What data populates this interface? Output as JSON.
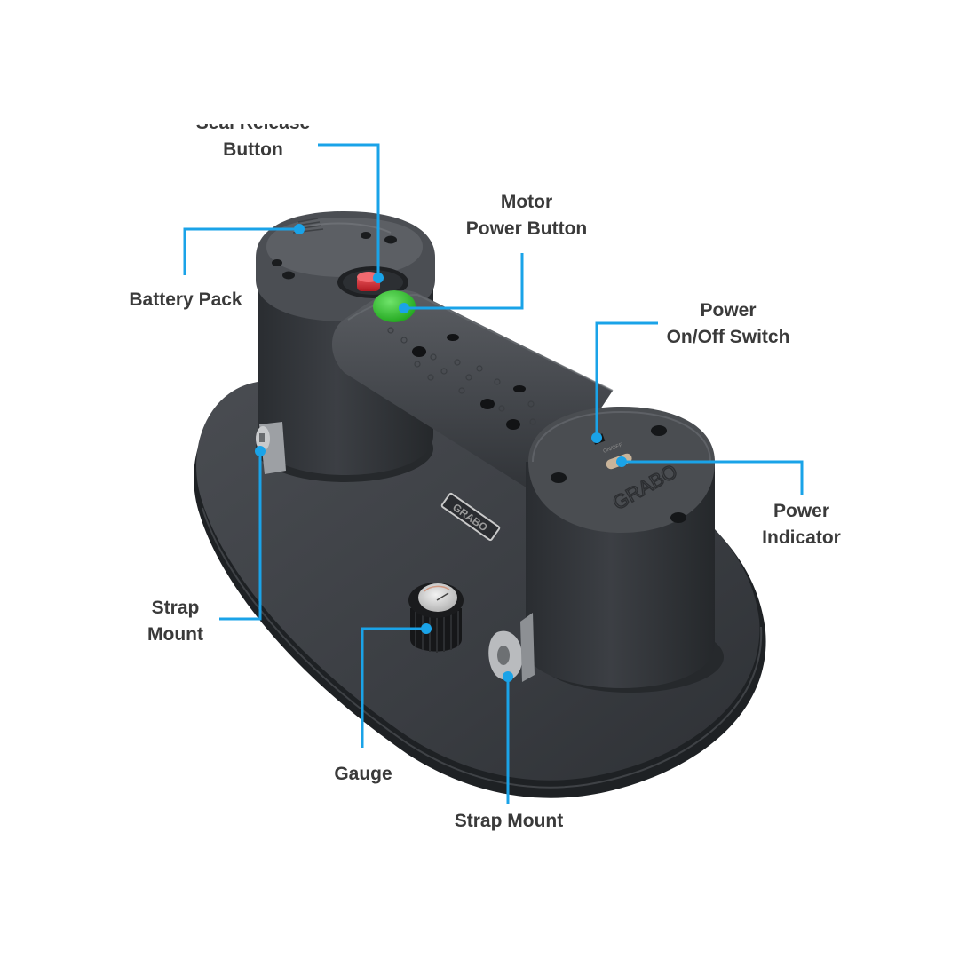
{
  "diagram": {
    "subject": "Electric vacuum suction cup lifter",
    "leader_color": "#1aa3e8",
    "label_color": "#3a3a3a",
    "brand_mark_base": "GRABO",
    "brand_mark_cap": "GRABO",
    "switch_marking": "ON/OFF"
  },
  "callouts": [
    {
      "id": "seal-release",
      "line1": "Seal Release",
      "line2": "Button"
    },
    {
      "id": "battery-pack",
      "line1": "Battery Pack",
      "line2": ""
    },
    {
      "id": "motor-power",
      "line1": "Motor",
      "line2": "Power Button"
    },
    {
      "id": "power-switch",
      "line1": "Power",
      "line2": "On/Off Switch"
    },
    {
      "id": "power-indicator",
      "line1": "Power",
      "line2": "Indicator"
    },
    {
      "id": "strap-mount-left",
      "line1": "Strap",
      "line2": "Mount"
    },
    {
      "id": "gauge",
      "line1": "Gauge",
      "line2": ""
    },
    {
      "id": "strap-mount-bottom",
      "line1": "Strap Mount",
      "line2": ""
    }
  ]
}
